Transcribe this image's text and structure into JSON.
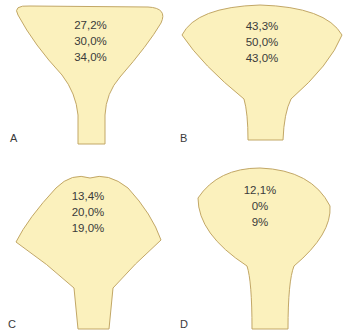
{
  "diagram": {
    "nodes": [
      {
        "text": [
          "27,2%",
          "30,0%",
          "34,0%"
        ]
      },
      {
        "text": [
          "43,3%",
          "50,0%",
          "43,0%"
        ]
      },
      {
        "text": [
          "13,4%",
          "20,0%",
          "19,0%"
        ]
      },
      {
        "text": [
          "12,1%",
          "0%",
          "9%"
        ]
      }
    ],
    "labels": [
      "A",
      "B",
      "C",
      "D"
    ]
  }
}
